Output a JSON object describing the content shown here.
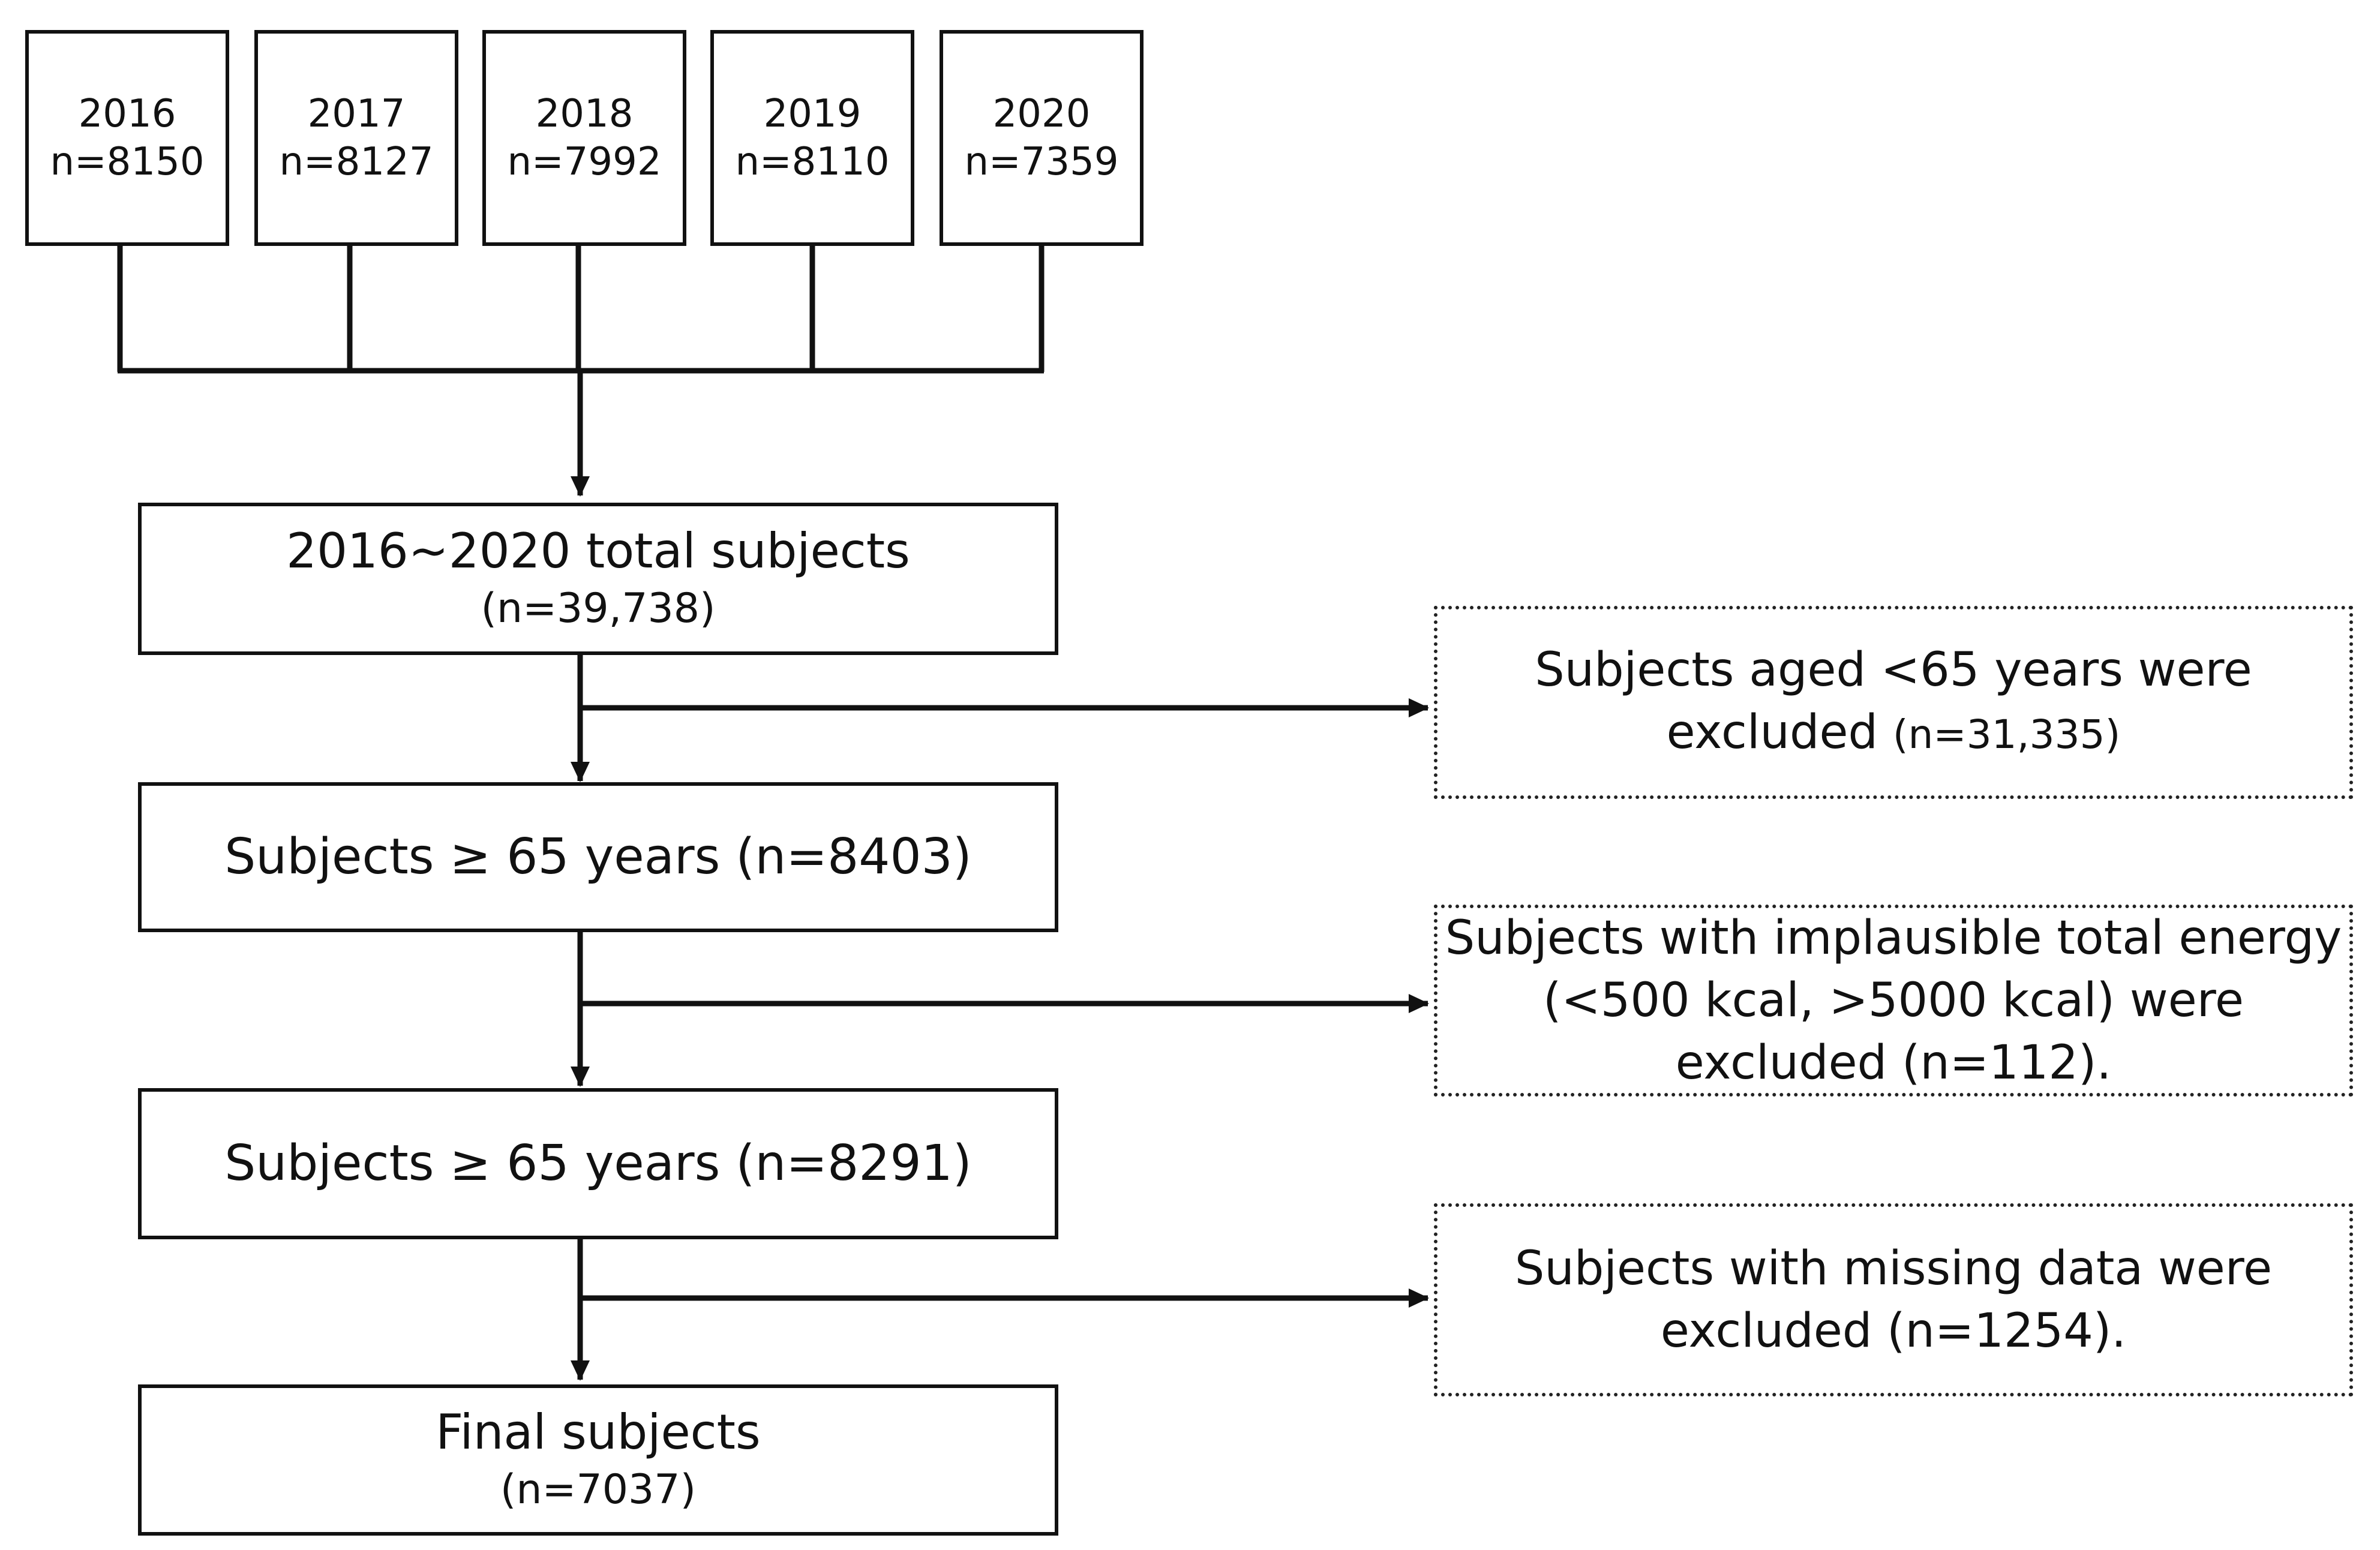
{
  "years": [
    {
      "year": "2016",
      "n": "n=8150"
    },
    {
      "year": "2017",
      "n": "n=8127"
    },
    {
      "year": "2018",
      "n": "n=7992"
    },
    {
      "year": "2019",
      "n": "n=8110"
    },
    {
      "year": "2020",
      "n": "n=7359"
    }
  ],
  "total": {
    "title": "2016~2020 total subjects",
    "n": "(n=39,738)"
  },
  "step1": {
    "text": "Subjects ≥ 65 years (n=8403)"
  },
  "step2": {
    "text": "Subjects ≥ 65 years (n=8291)"
  },
  "final": {
    "title": "Final subjects",
    "n": "(n=7037)"
  },
  "exclusions": [
    {
      "line1": "Subjects aged <65 years were",
      "line2": "excluded",
      "line2_n": "(n=31,335)"
    },
    {
      "line1": "Subjects with implausible total energy",
      "line2": "(<500 kcal, >5000 kcal) were",
      "line3": "excluded (n=112)."
    },
    {
      "line1": "Subjects with missing data were",
      "line2": "excluded (n=1254)."
    }
  ]
}
